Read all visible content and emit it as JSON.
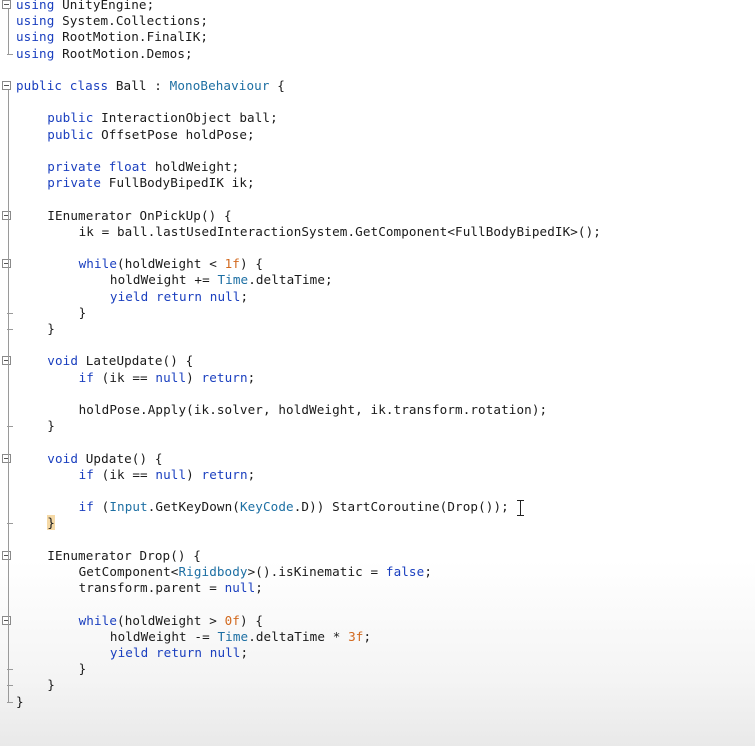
{
  "editor": {
    "lines": [
      {
        "indent": 0,
        "segments": [
          {
            "t": "using ",
            "k": "kw"
          },
          {
            "t": "UnityEngine;"
          }
        ]
      },
      {
        "indent": 0,
        "segments": [
          {
            "t": "using ",
            "k": "kw"
          },
          {
            "t": "System.Collections;"
          }
        ]
      },
      {
        "indent": 0,
        "segments": [
          {
            "t": "using ",
            "k": "kw"
          },
          {
            "t": "RootMotion.FinalIK;"
          }
        ]
      },
      {
        "indent": 0,
        "segments": [
          {
            "t": "using ",
            "k": "kw"
          },
          {
            "t": "RootMotion.Demos;"
          }
        ]
      },
      {
        "indent": 0,
        "segments": []
      },
      {
        "indent": 0,
        "segments": [
          {
            "t": "public class ",
            "k": "kw"
          },
          {
            "t": "Ball : "
          },
          {
            "t": "MonoBehaviour",
            "k": "ty"
          },
          {
            "t": " {"
          }
        ]
      },
      {
        "indent": 0,
        "segments": []
      },
      {
        "indent": 1,
        "segments": [
          {
            "t": "public ",
            "k": "kw"
          },
          {
            "t": "InteractionObject ball;"
          }
        ]
      },
      {
        "indent": 1,
        "segments": [
          {
            "t": "public ",
            "k": "kw"
          },
          {
            "t": "OffsetPose holdPose;"
          }
        ]
      },
      {
        "indent": 0,
        "segments": []
      },
      {
        "indent": 1,
        "segments": [
          {
            "t": "private float ",
            "k": "kw"
          },
          {
            "t": "holdWeight;"
          }
        ]
      },
      {
        "indent": 1,
        "segments": [
          {
            "t": "private ",
            "k": "kw"
          },
          {
            "t": "FullBodyBipedIK ik;"
          }
        ]
      },
      {
        "indent": 0,
        "segments": []
      },
      {
        "indent": 1,
        "segments": [
          {
            "t": "IEnumerator OnPickUp() {"
          }
        ]
      },
      {
        "indent": 2,
        "segments": [
          {
            "t": "ik = ball.lastUsedInteractionSystem.GetComponent<FullBodyBipedIK>();"
          }
        ]
      },
      {
        "indent": 0,
        "segments": []
      },
      {
        "indent": 2,
        "segments": [
          {
            "t": "while",
            "k": "kw"
          },
          {
            "t": "(holdWeight < "
          },
          {
            "t": "1f",
            "k": "num"
          },
          {
            "t": ") {"
          }
        ]
      },
      {
        "indent": 3,
        "segments": [
          {
            "t": "holdWeight += "
          },
          {
            "t": "Time",
            "k": "ty"
          },
          {
            "t": ".deltaTime;"
          }
        ]
      },
      {
        "indent": 3,
        "segments": [
          {
            "t": "yield return null",
            "k": "kw"
          },
          {
            "t": ";"
          }
        ]
      },
      {
        "indent": 2,
        "segments": [
          {
            "t": "}"
          }
        ]
      },
      {
        "indent": 1,
        "segments": [
          {
            "t": "}"
          }
        ]
      },
      {
        "indent": 0,
        "segments": []
      },
      {
        "indent": 1,
        "segments": [
          {
            "t": "void ",
            "k": "kw"
          },
          {
            "t": "LateUpdate() {"
          }
        ]
      },
      {
        "indent": 2,
        "segments": [
          {
            "t": "if ",
            "k": "kw"
          },
          {
            "t": "(ik == "
          },
          {
            "t": "null",
            "k": "kw"
          },
          {
            "t": ") "
          },
          {
            "t": "return",
            "k": "kw"
          },
          {
            "t": ";"
          }
        ]
      },
      {
        "indent": 0,
        "segments": []
      },
      {
        "indent": 2,
        "segments": [
          {
            "t": "holdPose.Apply(ik.solver, holdWeight, ik.transform.rotation);"
          }
        ]
      },
      {
        "indent": 1,
        "segments": [
          {
            "t": "}"
          }
        ]
      },
      {
        "indent": 0,
        "segments": []
      },
      {
        "indent": 1,
        "segments": [
          {
            "t": "void ",
            "k": "kw"
          },
          {
            "t": "Update() {"
          }
        ]
      },
      {
        "indent": 2,
        "segments": [
          {
            "t": "if ",
            "k": "kw"
          },
          {
            "t": "(ik == "
          },
          {
            "t": "null",
            "k": "kw"
          },
          {
            "t": ") "
          },
          {
            "t": "return",
            "k": "kw"
          },
          {
            "t": ";"
          }
        ]
      },
      {
        "indent": 0,
        "segments": []
      },
      {
        "indent": 2,
        "segments": [
          {
            "t": "if ",
            "k": "kw"
          },
          {
            "t": "("
          },
          {
            "t": "Input",
            "k": "ty"
          },
          {
            "t": ".GetKeyDown("
          },
          {
            "t": "KeyCode",
            "k": "ty"
          },
          {
            "t": ".D)) StartCoroutine(Drop());"
          }
        ]
      },
      {
        "indent": 1,
        "segments": [
          {
            "t": "}",
            "k": "hl"
          }
        ]
      },
      {
        "indent": 0,
        "segments": []
      },
      {
        "indent": 1,
        "segments": [
          {
            "t": "IEnumerator Drop() {"
          }
        ]
      },
      {
        "indent": 2,
        "segments": [
          {
            "t": "GetComponent<"
          },
          {
            "t": "Rigidbody",
            "k": "ty"
          },
          {
            "t": ">().isKinematic = "
          },
          {
            "t": "false",
            "k": "kw"
          },
          {
            "t": ";"
          }
        ]
      },
      {
        "indent": 2,
        "segments": [
          {
            "t": "transform.parent = "
          },
          {
            "t": "null",
            "k": "kw"
          },
          {
            "t": ";"
          }
        ]
      },
      {
        "indent": 0,
        "segments": []
      },
      {
        "indent": 2,
        "segments": [
          {
            "t": "while",
            "k": "kw"
          },
          {
            "t": "(holdWeight > "
          },
          {
            "t": "0f",
            "k": "num"
          },
          {
            "t": ") {"
          }
        ]
      },
      {
        "indent": 3,
        "segments": [
          {
            "t": "holdWeight -= "
          },
          {
            "t": "Time",
            "k": "ty"
          },
          {
            "t": ".deltaTime * "
          },
          {
            "t": "3f",
            "k": "num"
          },
          {
            "t": ";"
          }
        ]
      },
      {
        "indent": 3,
        "segments": [
          {
            "t": "yield return null",
            "k": "kw"
          },
          {
            "t": ";"
          }
        ]
      },
      {
        "indent": 2,
        "segments": [
          {
            "t": "}"
          }
        ]
      },
      {
        "indent": 1,
        "segments": [
          {
            "t": "}"
          }
        ]
      },
      {
        "indent": 0,
        "segments": [
          {
            "t": "}"
          }
        ]
      }
    ]
  },
  "colors": {
    "keyword": "#1a3fbf",
    "type": "#1d6fa3",
    "number": "#d2691e",
    "bracket_highlight": "#f5d9a6"
  },
  "icons": {
    "fold": "fold-toggle-icon",
    "cursor": "text-cursor-icon"
  }
}
